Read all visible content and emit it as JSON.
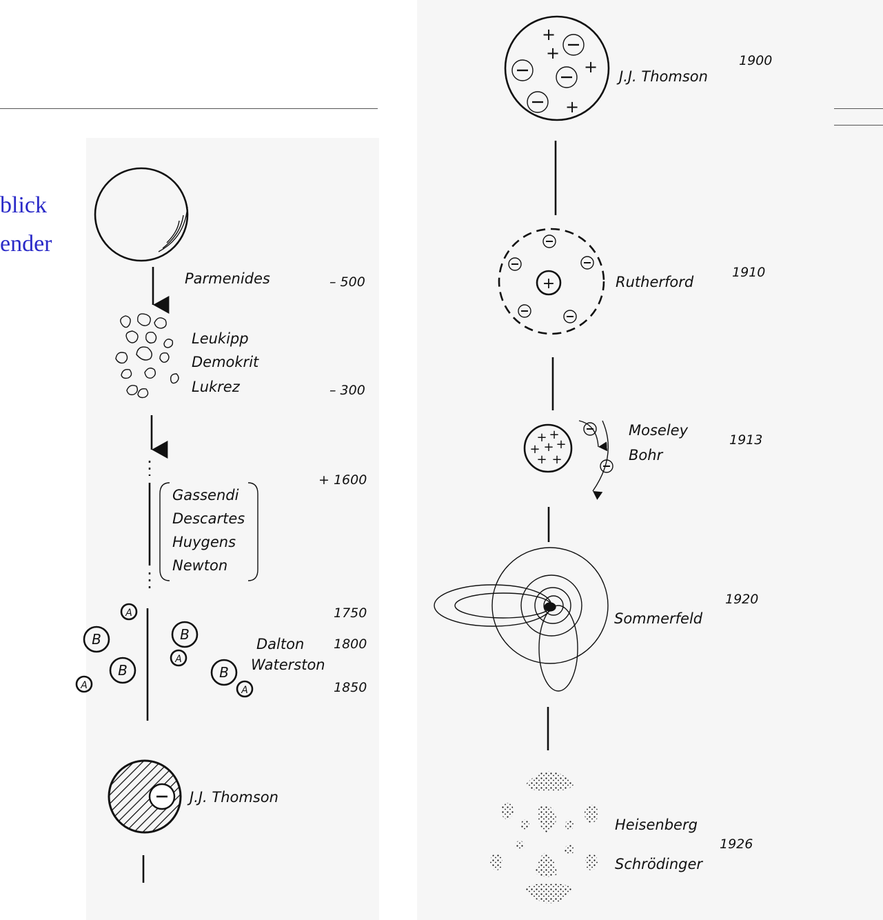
{
  "slide": {
    "text_line_1": "blick",
    "text_line_2": "ender"
  },
  "left_column": {
    "entries": [
      {
        "names": [
          "Parmenides"
        ],
        "year": "– 500"
      },
      {
        "names": [
          "Leukipp",
          "Demokrit",
          "Lukrez"
        ],
        "year": "– 300"
      },
      {
        "names": [
          "Gassendi",
          "Descartes",
          "Huygens",
          "Newton"
        ],
        "year": "+ 1600"
      },
      {
        "names": [
          "Dalton",
          "Waterston"
        ],
        "years": [
          "1750",
          "1800",
          "1850"
        ]
      },
      {
        "names": [
          "J.J. Thomson"
        ]
      }
    ],
    "dalton_atom_labels": {
      "big": "B",
      "small": "A"
    }
  },
  "right_column": {
    "entries": [
      {
        "names": [
          "J.J. Thomson"
        ],
        "year": "1900"
      },
      {
        "names": [
          "Rutherford"
        ],
        "year": "1910"
      },
      {
        "names": [
          "Moseley",
          "Bohr"
        ],
        "year": "1913"
      },
      {
        "names": [
          "Sommerfeld"
        ],
        "year": "1920"
      },
      {
        "names": [
          "Heisenberg",
          "Schrödinger"
        ],
        "year": "1926"
      }
    ]
  },
  "colors": {
    "slide_text": "#2a2ac8",
    "ink": "#111111"
  }
}
